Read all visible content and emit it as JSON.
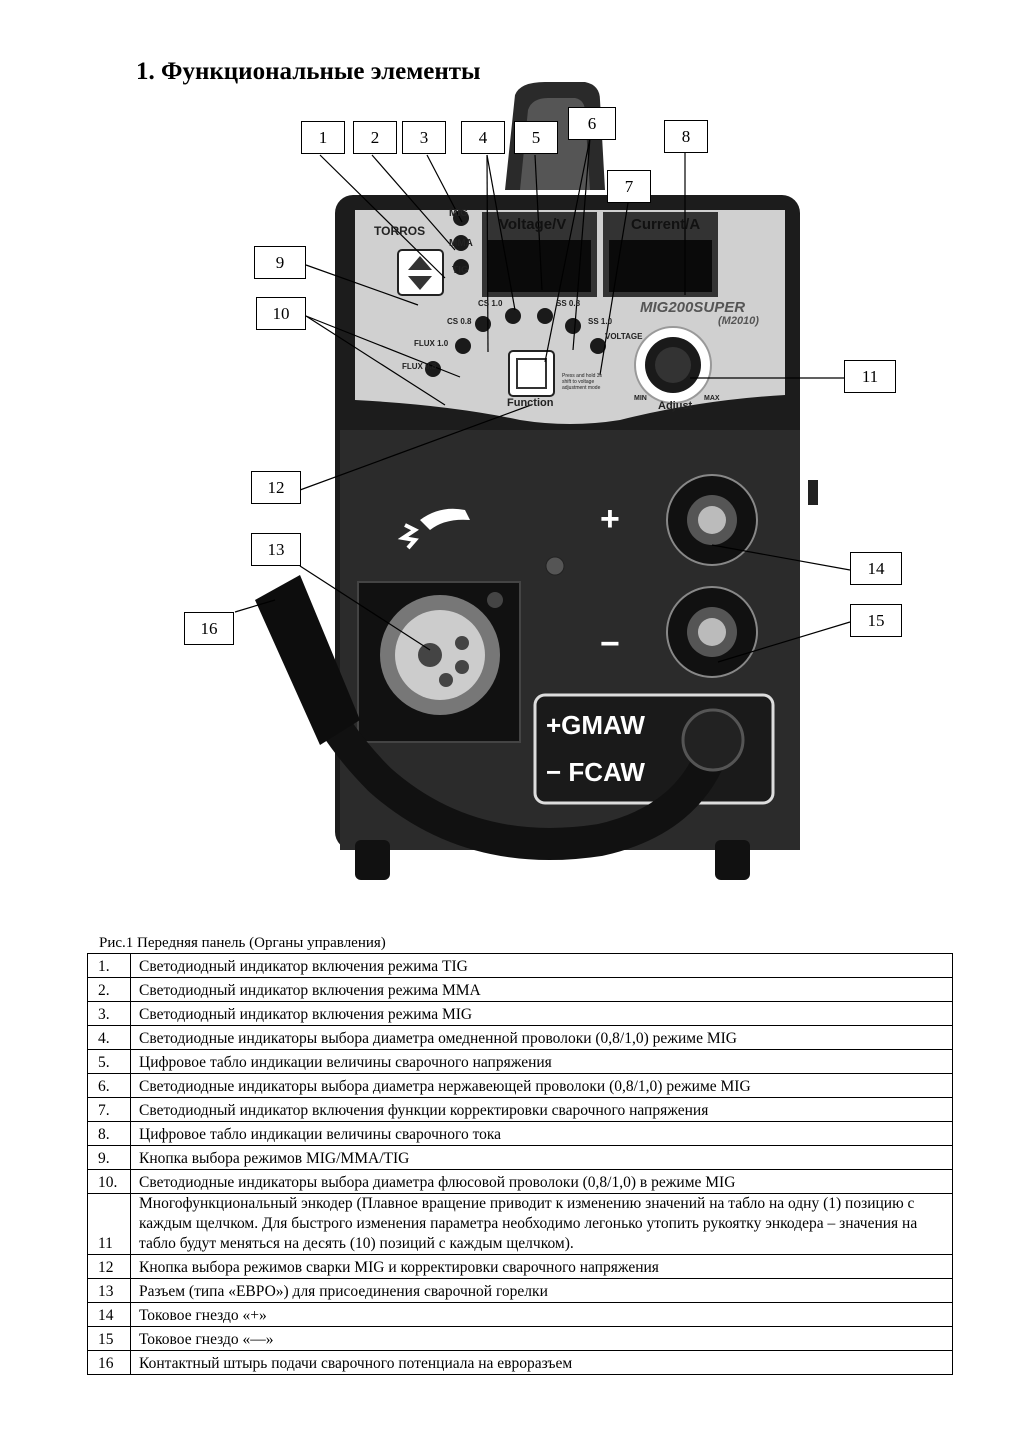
{
  "heading": "1.  Функциональные элементы",
  "figure": {
    "callouts": [
      "1",
      "2",
      "3",
      "4",
      "5",
      "6",
      "7",
      "8",
      "9",
      "10",
      "11",
      "12",
      "13",
      "14",
      "15",
      "16"
    ],
    "panel": {
      "brand": "TORROS",
      "mode_labels": [
        "MIG",
        "MMA",
        "TIG"
      ],
      "voltage_label": "Voltage/V",
      "current_label": "Current/A",
      "model": "MIG200SUPER",
      "model_sub": "(M2010)",
      "led_labels": [
        "CS 1.0",
        "SS 0.8",
        "CS 0.8",
        "SS 1.0",
        "FLUX 1.0",
        "FLUX 0.8",
        "VOLTAGE"
      ],
      "function_label": "Function",
      "hint_label": "Press and hold 3s shift to voltage adjustment mode",
      "adjust_label": "Adjust",
      "min_label": "MIN",
      "max_label": "MAX",
      "plus": "+",
      "minus": "−",
      "gmaw": "+GMAW",
      "fcaw": "− FCAW"
    }
  },
  "caption": "Рис.1 Передняя панель (Органы управления)",
  "legend": [
    {
      "num": "1.",
      "text": "Светодиодный индикатор включения режима TIG"
    },
    {
      "num": "2.",
      "text": "Светодиодный индикатор включения режима MMA"
    },
    {
      "num": "3.",
      "text": "Светодиодный индикатор включения режима MIG"
    },
    {
      "num": "4.",
      "text": "Светодиодные  индикаторы выбора диаметра омедненной проволоки (0,8/1,0) режиме MIG"
    },
    {
      "num": "5.",
      "text": "Цифровое табло индикации величины сварочного напряжения"
    },
    {
      "num": "6.",
      "text": "Светодиодные  индикаторы выбора диаметра нержавеющей проволоки (0,8/1,0) режиме MIG"
    },
    {
      "num": "7.",
      "text": "Светодиодный индикатор включения функции корректировки сварочного напряжения"
    },
    {
      "num": "8.",
      "text": "Цифровое табло индикации величины сварочного тока"
    },
    {
      "num": "9.",
      "text": "Кнопка выбора режимов MIG/MMA/TIG"
    },
    {
      "num": "10.",
      "text": "Светодиодные индикаторы выбора диаметра флюсовой проволоки (0,8/1,0) в режиме MIG"
    },
    {
      "num": "11",
      "text": "Многофункциональный энкодер (Плавное вращение приводит к изменению значений на табло на одну (1) позицию с каждым щелчком. Для быстрого изменения параметра необходимо легонько утопить рукоятку  энкодера –  значения на табло будут меняться на десять (10) позиций с каждым щелчком)."
    },
    {
      "num": "12",
      "text": "Кнопка выбора режимов сварки MIG и корректировки сварочного напряжения"
    },
    {
      "num": "13",
      "text": "Разъем (типа «ЕВРО») для присоединения сварочной горелки"
    },
    {
      "num": "14",
      "text": "Токовое гнездо «+»"
    },
    {
      "num": "15",
      "text": "Токовое гнездо «—»"
    },
    {
      "num": "16",
      "text": "Контактный штырь подачи сварочного потенциала на евроразъем"
    }
  ]
}
